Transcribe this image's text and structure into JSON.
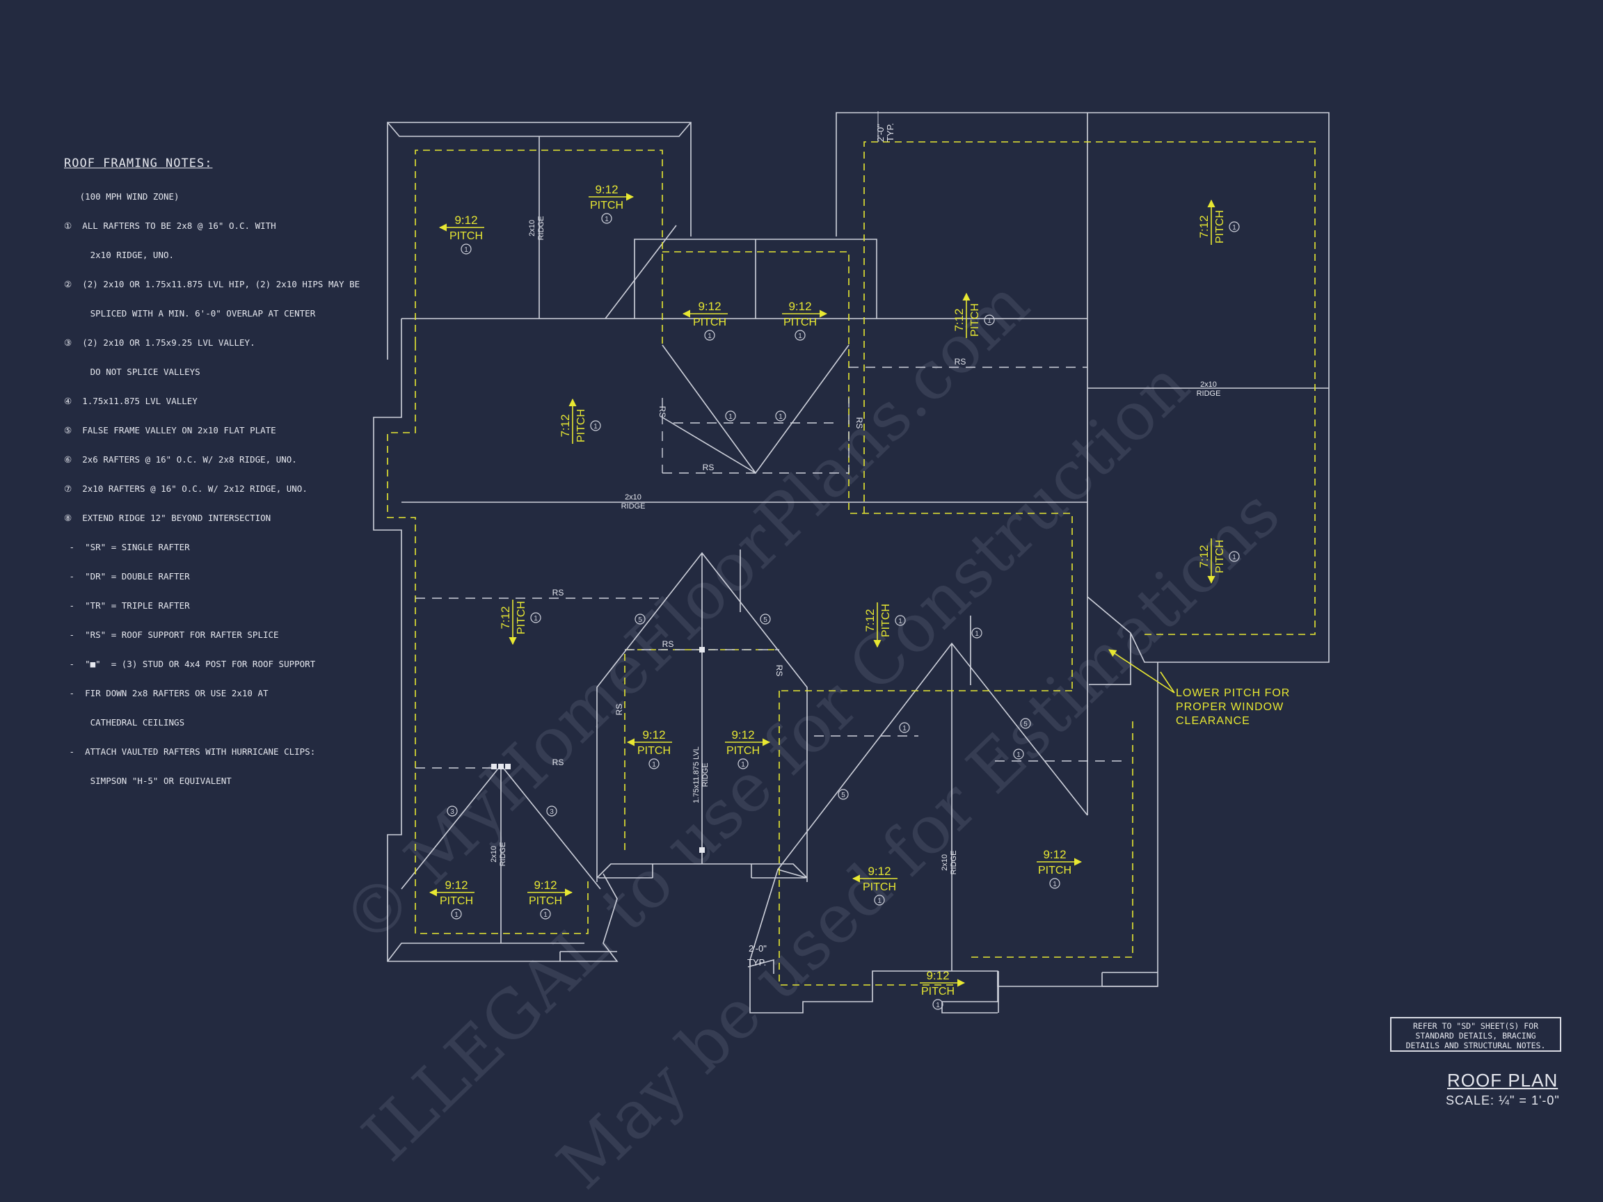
{
  "notes": {
    "heading": "ROOF FRAMING NOTES:",
    "lines": [
      "   (100 MPH WIND ZONE)",
      "①  ALL RAFTERS TO BE 2x8 @ 16\" O.C. WITH",
      "     2x10 RIDGE, UNO.",
      "②  (2) 2x10 OR 1.75x11.875 LVL HIP, (2) 2x10 HIPS MAY BE",
      "     SPLICED WITH A MIN. 6'-0\" OVERLAP AT CENTER",
      "③  (2) 2x10 OR 1.75x9.25 LVL VALLEY.",
      "     DO NOT SPLICE VALLEYS",
      "④  1.75x11.875 LVL VALLEY",
      "⑤  FALSE FRAME VALLEY ON 2x10 FLAT PLATE",
      "⑥  2x6 RAFTERS @ 16\" O.C. W/ 2x8 RIDGE, UNO.",
      "⑦  2x10 RAFTERS @ 16\" O.C. W/ 2x12 RIDGE, UNO.",
      "⑧  EXTEND RIDGE 12\" BEYOND INTERSECTION",
      " -  \"SR\" = SINGLE RAFTER",
      " -  \"DR\" = DOUBLE RAFTER",
      " -  \"TR\" = TRIPLE RAFTER",
      " -  \"RS\" = ROOF SUPPORT FOR RAFTER SPLICE",
      " -  \"■\"  = (3) STUD OR 4x4 POST FOR ROOF SUPPORT",
      " -  FIR DOWN 2x8 RAFTERS OR USE 2x10 AT",
      "     CATHEDRAL CEILINGS",
      " -  ATTACH VAULTED RAFTERS WITH HURRICANE CLIPS:",
      "     SIMPSON \"H-5\" OR EQUIVALENT"
    ]
  },
  "plan": {
    "pitch_word": "PITCH",
    "pitch_labels": [
      {
        "id": "p1",
        "value": "9:12",
        "dir": "left",
        "orient": "h"
      },
      {
        "id": "p2",
        "value": "9:12",
        "dir": "right",
        "orient": "h"
      },
      {
        "id": "p3",
        "value": "9:12",
        "dir": "left",
        "orient": "h"
      },
      {
        "id": "p4",
        "value": "9:12",
        "dir": "right",
        "orient": "h"
      },
      {
        "id": "p5",
        "value": "7:12",
        "dir": "up",
        "orient": "v"
      },
      {
        "id": "p6",
        "value": "7:12",
        "dir": "up",
        "orient": "v"
      },
      {
        "id": "p7",
        "value": "7:12",
        "dir": "up",
        "orient": "v"
      },
      {
        "id": "p8",
        "value": "7:12",
        "dir": "down",
        "orient": "v"
      },
      {
        "id": "p9",
        "value": "7:12",
        "dir": "down",
        "orient": "v"
      },
      {
        "id": "p10",
        "value": "7:12",
        "dir": "down",
        "orient": "v"
      },
      {
        "id": "p11",
        "value": "9:12",
        "dir": "left",
        "orient": "h"
      },
      {
        "id": "p12",
        "value": "9:12",
        "dir": "right",
        "orient": "h"
      },
      {
        "id": "p13",
        "value": "9:12",
        "dir": "left",
        "orient": "h"
      },
      {
        "id": "p14",
        "value": "9:12",
        "dir": "right",
        "orient": "h"
      },
      {
        "id": "p15",
        "value": "9:12",
        "dir": "left",
        "orient": "h"
      },
      {
        "id": "p16",
        "value": "9:12",
        "dir": "right",
        "orient": "h"
      },
      {
        "id": "p17",
        "value": "9:12",
        "dir": "right",
        "orient": "h"
      }
    ],
    "ridge_label": "RIDGE",
    "ridge_size": "2x10",
    "lvl_ridge_size": "1.75x11.875 LVL",
    "rs": "RS",
    "typ_dim": "2'-0\"",
    "typ": "TYP.",
    "circle_1": "1",
    "circle_3": "3",
    "circle_5": "5",
    "callout_lines": [
      "LOWER PITCH FOR",
      "PROPER WINDOW",
      "CLEARANCE"
    ]
  },
  "refer": [
    "REFER TO \"SD\" SHEET(S) FOR",
    "STANDARD DETAILS, BRACING",
    "DETAILS AND STRUCTURAL NOTES."
  ],
  "title": "ROOF PLAN",
  "scale": "SCALE: ¼\" = 1'-0\"",
  "watermark": {
    "line1": "© MyHomeFloorPlans.com",
    "line2": "ILLEGAL to use for Construction",
    "line3": "May be used for Estimations"
  },
  "colors": {
    "background": "#232a40",
    "line": "#cfd2dc",
    "yellow": "#e8e832",
    "text": "#e6e8ef"
  }
}
